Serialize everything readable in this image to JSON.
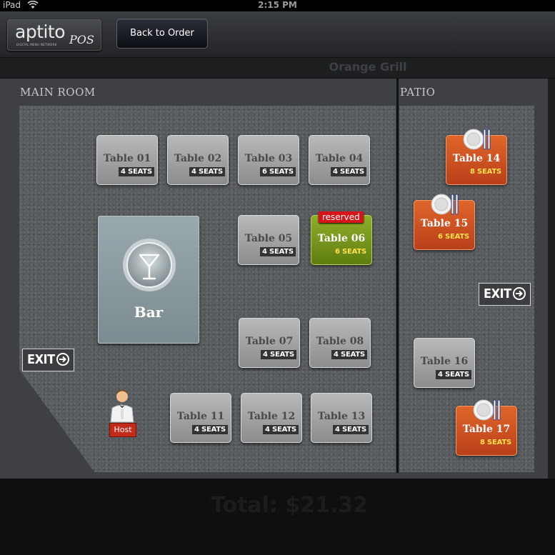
{
  "status_bar": {
    "device": "iPad",
    "time": "2:15 PM"
  },
  "toolbar": {
    "logo_main": "aptito",
    "logo_suffix": "POS",
    "logo_tagline": "DIGITAL MENU NETWORK",
    "back_label": "Back to Order"
  },
  "restaurant_name": "Orange Grill",
  "rooms": {
    "main": {
      "title": "MAIN ROOM"
    },
    "patio": {
      "title": "PATIO"
    }
  },
  "tables": [
    {
      "name": "Table 01",
      "seats": "4 SEATS",
      "status": "available"
    },
    {
      "name": "Table 02",
      "seats": "4 SEATS",
      "status": "available"
    },
    {
      "name": "Table 03",
      "seats": "6 SEATS",
      "status": "available"
    },
    {
      "name": "Table 04",
      "seats": "4 SEATS",
      "status": "available"
    },
    {
      "name": "Table 05",
      "seats": "4 SEATS",
      "status": "available"
    },
    {
      "name": "Table 06",
      "seats": "6 SEATS",
      "status": "reserved",
      "badge": "reserved"
    },
    {
      "name": "Table 07",
      "seats": "4 SEATS",
      "status": "available"
    },
    {
      "name": "Table 08",
      "seats": "4 SEATS",
      "status": "available"
    },
    {
      "name": "Table 11",
      "seats": "4 SEATS",
      "status": "available"
    },
    {
      "name": "Table 12",
      "seats": "4 SEATS",
      "status": "available"
    },
    {
      "name": "Table 13",
      "seats": "4 SEATS",
      "status": "available"
    },
    {
      "name": "Table 14",
      "seats": "8 SEATS",
      "status": "occupied"
    },
    {
      "name": "Table 15",
      "seats": "6 SEATS",
      "status": "occupied"
    },
    {
      "name": "Table 16",
      "seats": "4 SEATS",
      "status": "available"
    },
    {
      "name": "Table 17",
      "seats": "8 SEATS",
      "status": "occupied"
    }
  ],
  "bar": {
    "label": "Bar",
    "icon": "martini-glass-icon"
  },
  "exits": {
    "label": "EXIT"
  },
  "host": {
    "label": "Host"
  },
  "total": "Total: $21.32",
  "colors": {
    "occupied": "#d4542a",
    "reserved": "#7a9a1e",
    "available": "#a4a4a4",
    "reserved_badge": "#d7141a",
    "seats_highlight": "#ffe04d"
  }
}
